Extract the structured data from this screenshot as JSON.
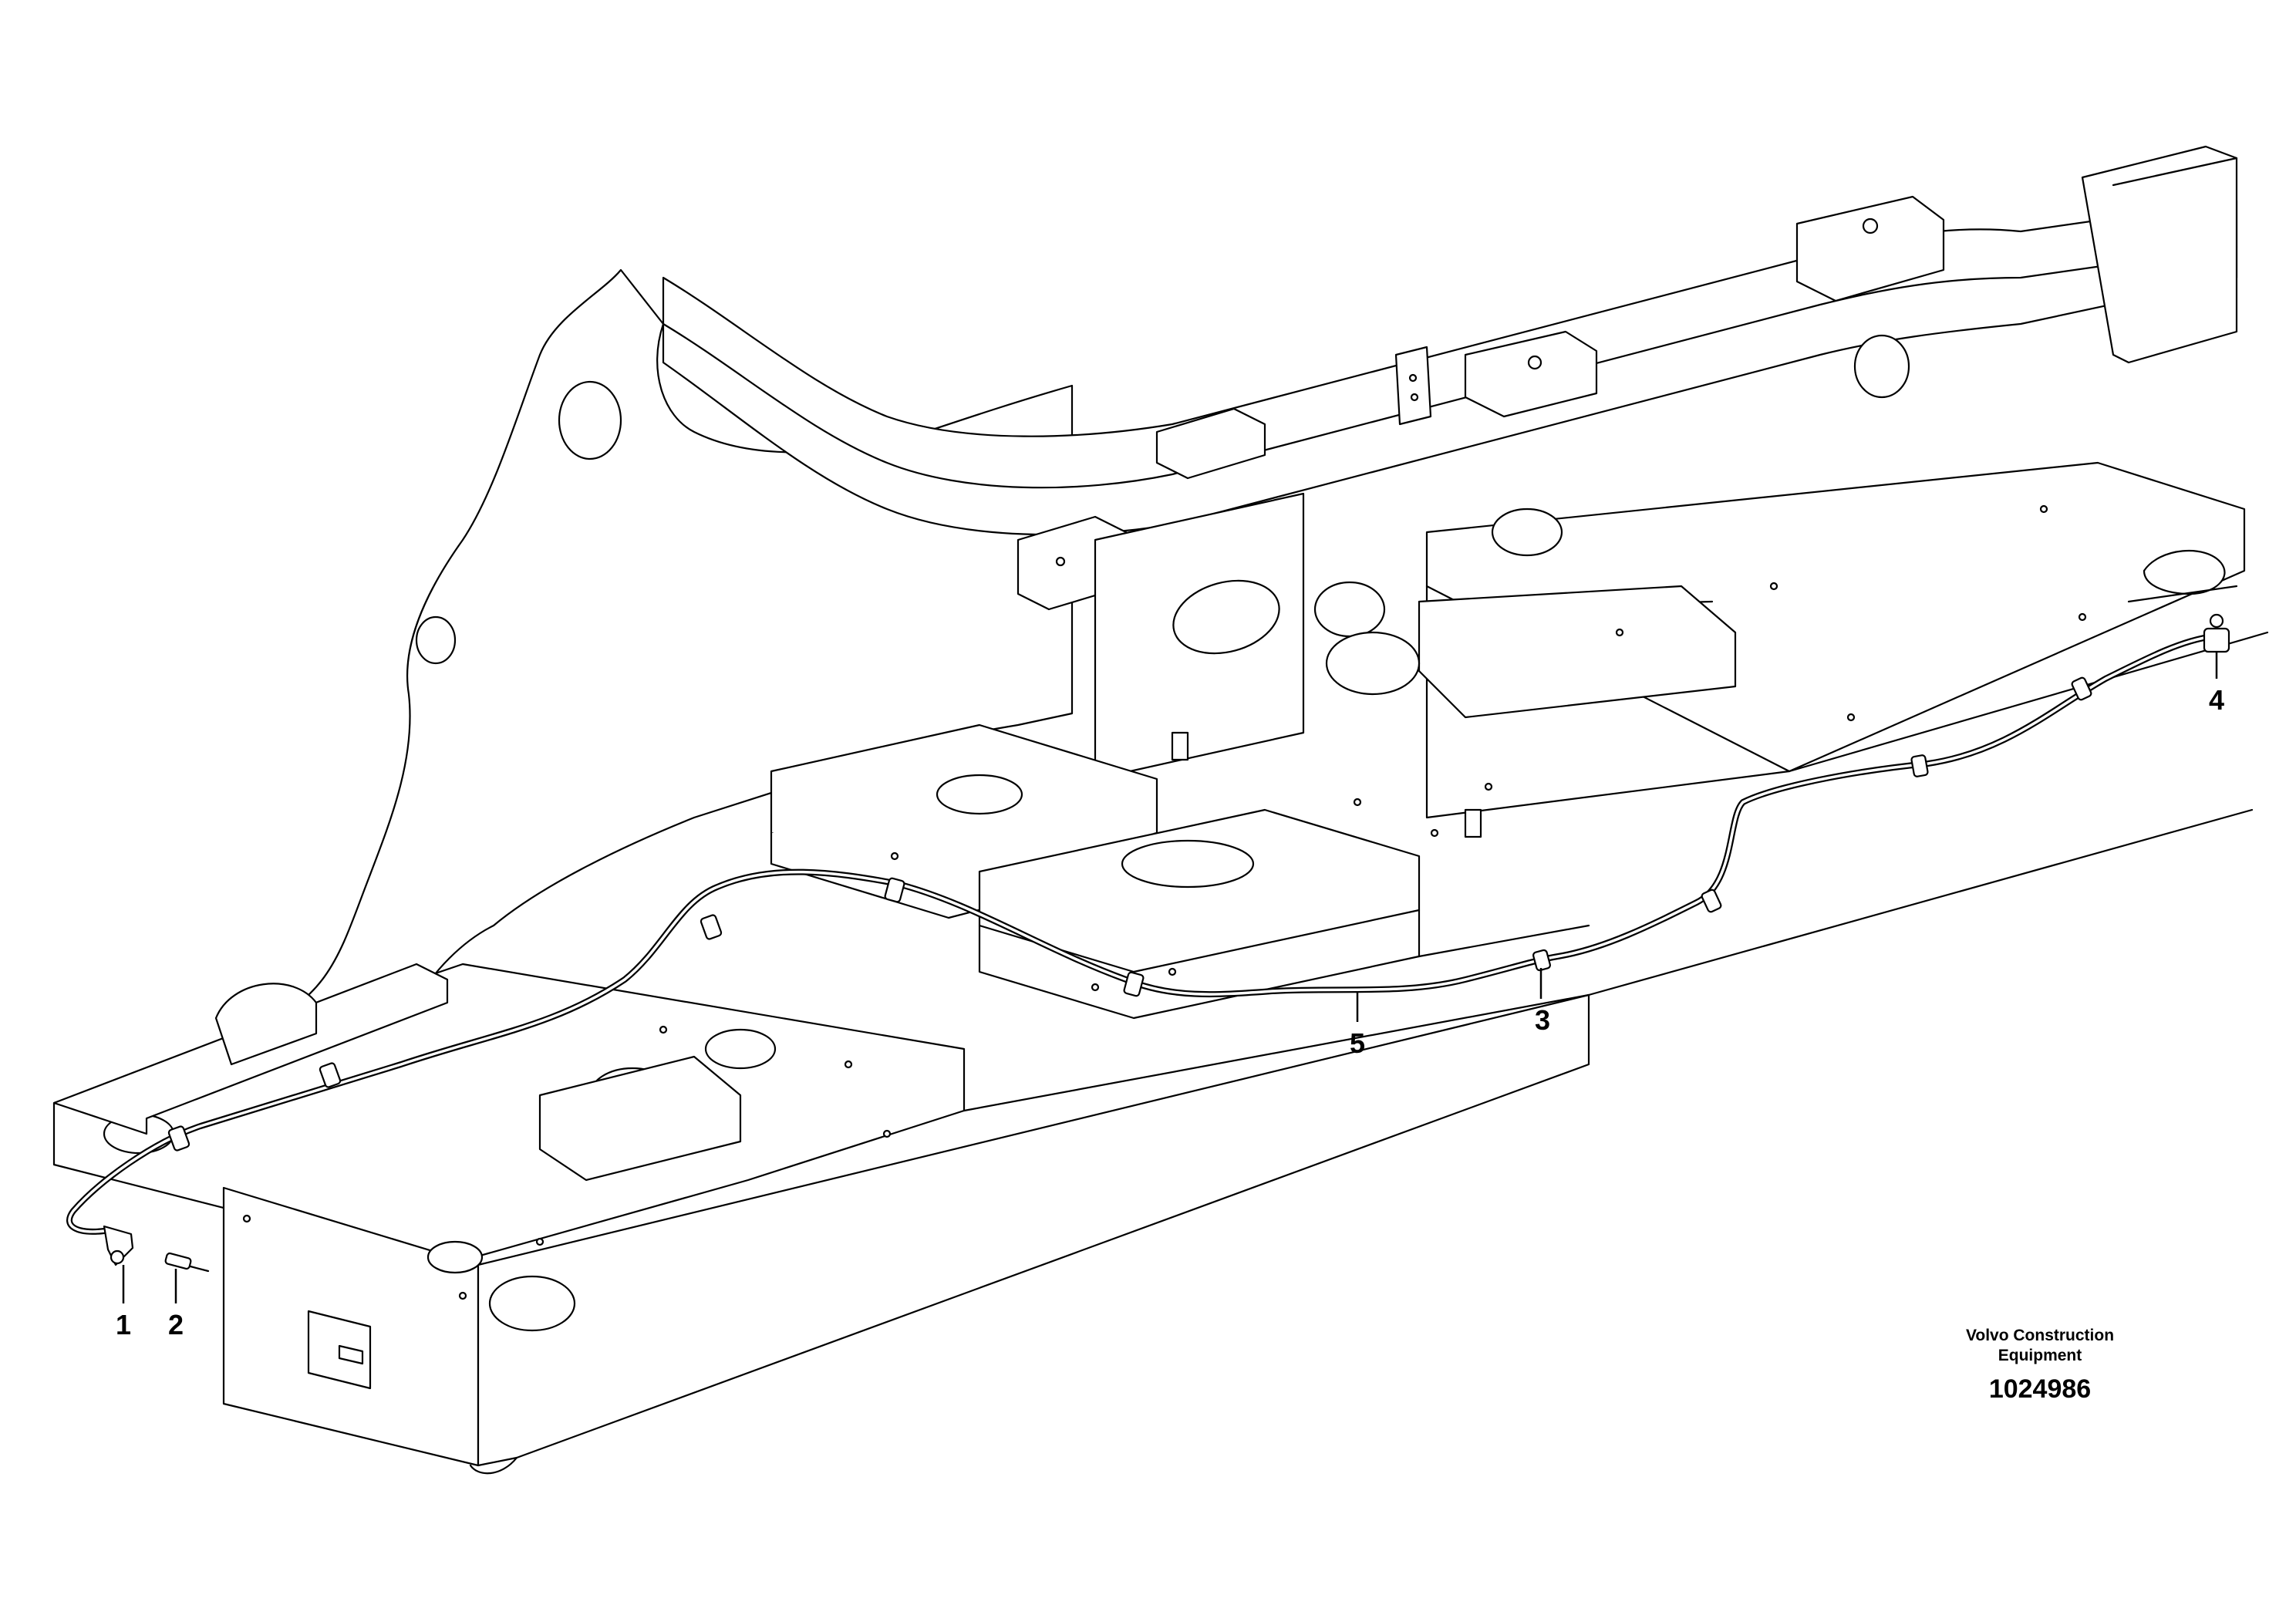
{
  "diagram": {
    "callouts": [
      {
        "id": "1",
        "label": "1"
      },
      {
        "id": "2",
        "label": "2"
      },
      {
        "id": "3",
        "label": "3"
      },
      {
        "id": "4",
        "label": "4"
      },
      {
        "id": "5",
        "label": "5"
      }
    ]
  },
  "reference": {
    "company_line1": "Volvo Construction",
    "company_line2": "Equipment",
    "figure_number": "1024986"
  },
  "colors": {
    "line": "#000000",
    "background": "#ffffff"
  }
}
